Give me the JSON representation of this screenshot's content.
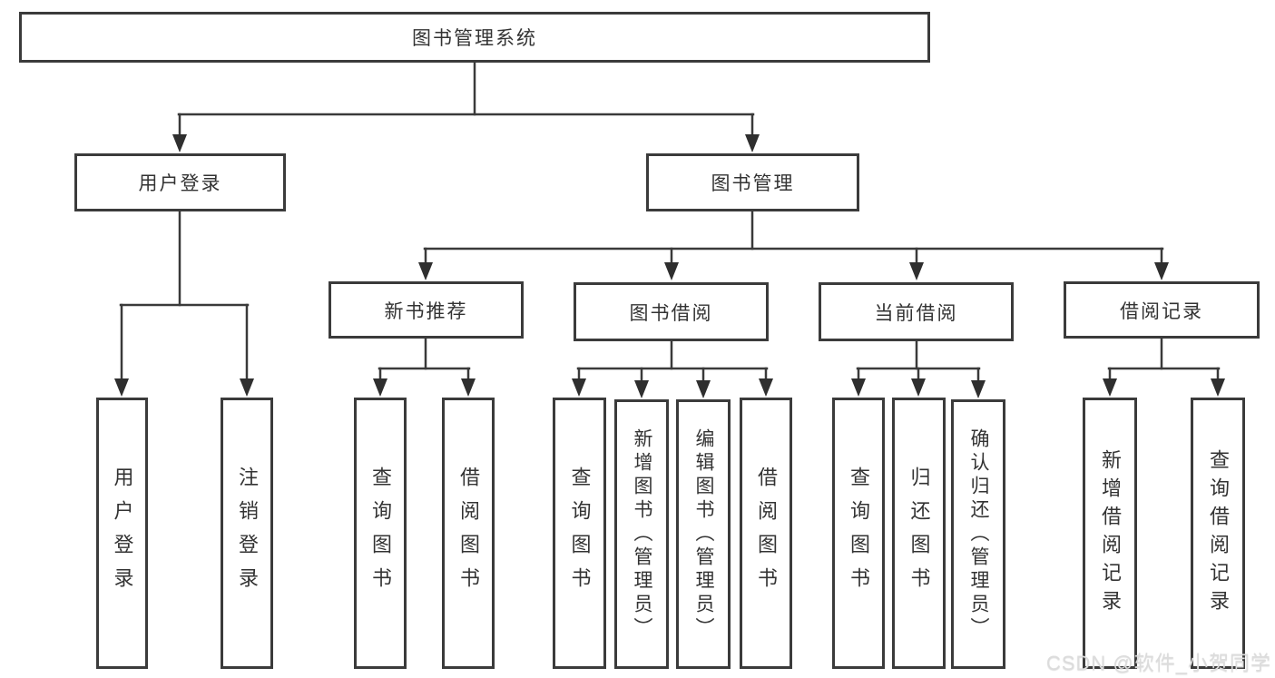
{
  "diagram_type": "hierarchy-diagram",
  "root": {
    "label": "图书管理系统"
  },
  "branches": [
    {
      "label": "用户登录",
      "children": [
        {
          "label": "用户登录"
        },
        {
          "label": "注销登录"
        }
      ]
    },
    {
      "label": "图书管理",
      "children": [
        {
          "label": "新书推荐",
          "children": [
            {
              "label": "查询图书"
            },
            {
              "label": "借阅图书"
            }
          ]
        },
        {
          "label": "图书借阅",
          "children": [
            {
              "label": "查询图书"
            },
            {
              "label": "新增图书（管理员）"
            },
            {
              "label": "编辑图书（管理员）"
            },
            {
              "label": "借阅图书"
            }
          ]
        },
        {
          "label": "当前借阅",
          "children": [
            {
              "label": "查询图书"
            },
            {
              "label": "归还图书"
            },
            {
              "label": "确认归还（管理员）"
            }
          ]
        },
        {
          "label": "借阅记录",
          "children": [
            {
              "label": "新增借阅记录"
            },
            {
              "label": "查询借阅记录"
            }
          ]
        }
      ]
    }
  ],
  "watermark": "CSDN @软件_小贺同学",
  "colors": {
    "line": "#3a3a3a",
    "arrow": "#2f2f2f",
    "border": "#3b3b3b",
    "text": "#333333",
    "background": "#ffffff",
    "watermark": "#dcdcdc"
  }
}
